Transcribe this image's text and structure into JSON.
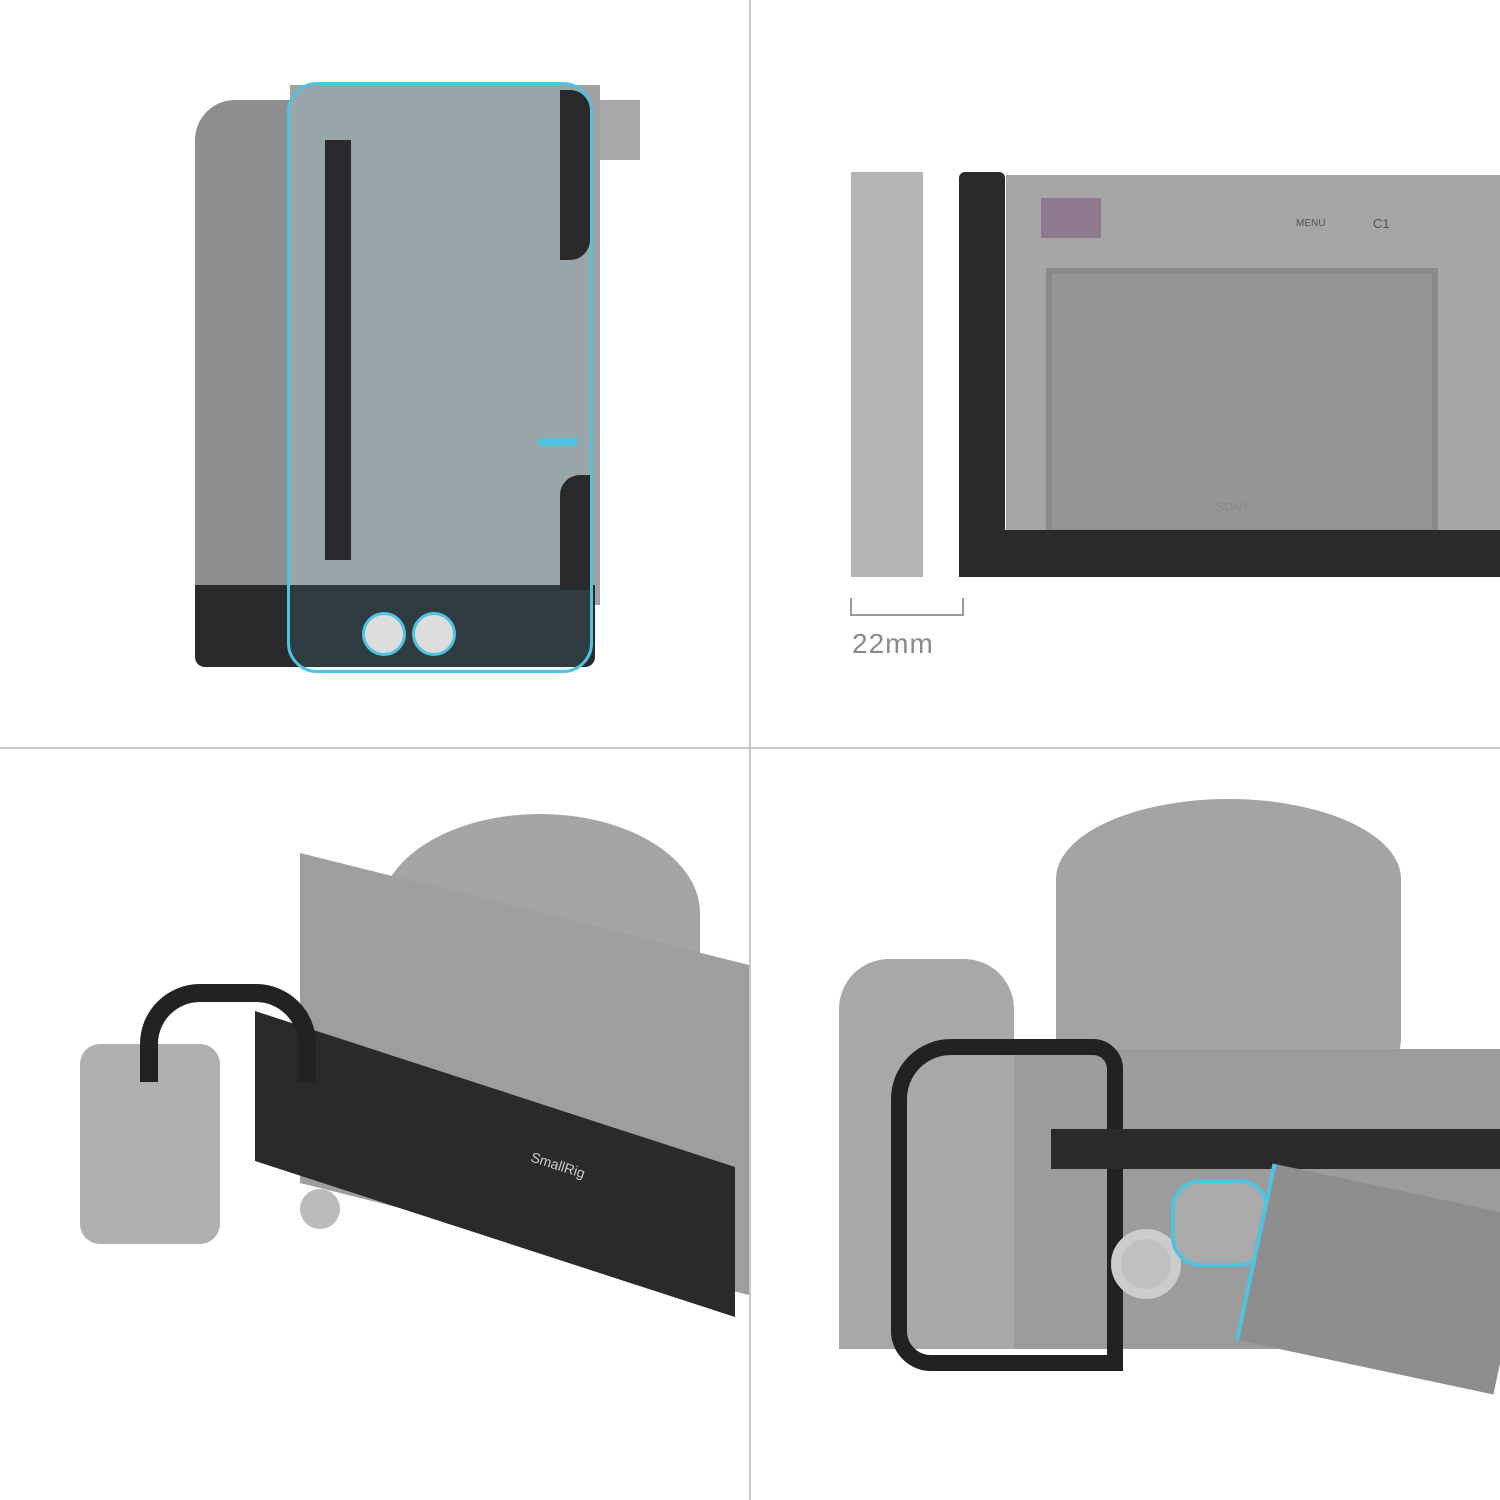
{
  "panels": [
    {
      "id": "side-view"
    },
    {
      "id": "back-view",
      "dimension_label": "22mm",
      "camera_labels": {
        "menu": "MENU",
        "c1": "C1",
        "brand": "SONY"
      }
    },
    {
      "id": "bottom-view",
      "brand_logo": "SmallRig"
    },
    {
      "id": "strap-view"
    }
  ],
  "colors": {
    "accent": "#4fc3e0",
    "cage": "#2a2a2c",
    "camera": "#9a9a9a",
    "divider": "#c8c8c8"
  }
}
